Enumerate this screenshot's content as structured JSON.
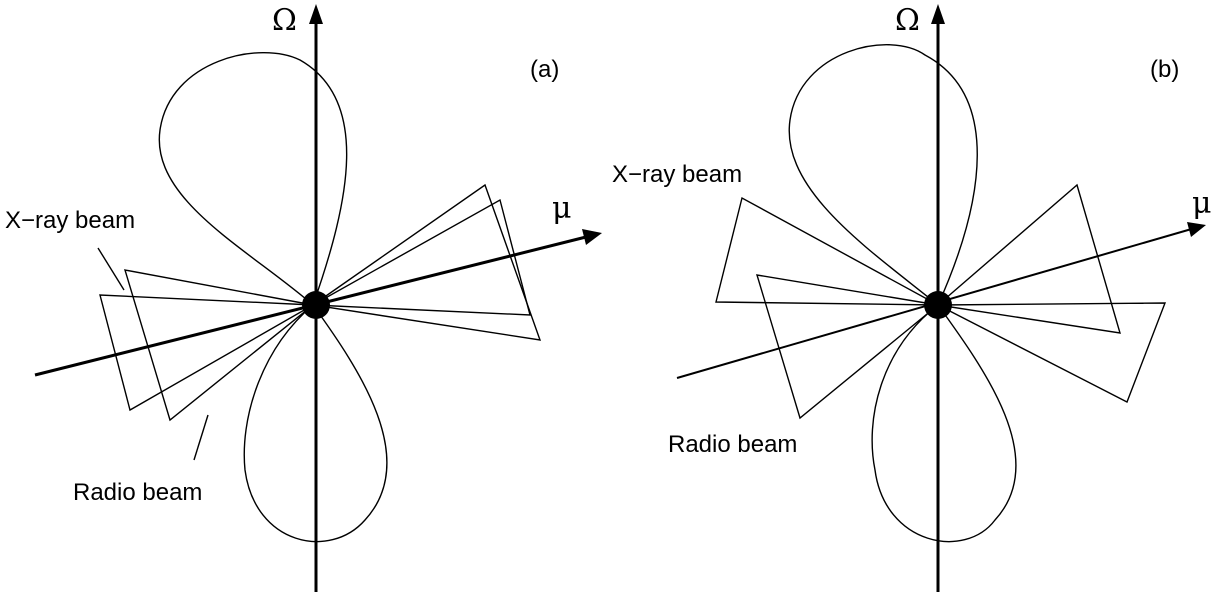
{
  "panels": [
    {
      "id": "a",
      "panel_label": "(a)",
      "omega_symbol": "Ω",
      "mu_symbol": "μ",
      "xray_label": "X−ray beam",
      "radio_label": "Radio beam"
    },
    {
      "id": "b",
      "panel_label": "(b)",
      "omega_symbol": "Ω",
      "mu_symbol": "μ",
      "xray_label": "X−ray beam",
      "radio_label": "Radio beam"
    }
  ],
  "colors": {
    "ink": "#000000",
    "background": "#ffffff"
  }
}
